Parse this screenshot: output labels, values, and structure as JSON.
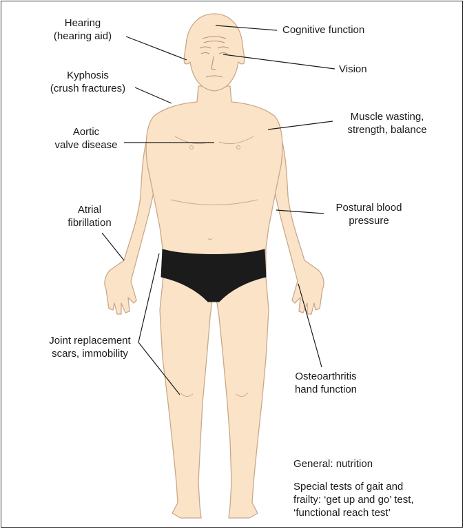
{
  "labels": {
    "hearing": [
      "Hearing",
      "(hearing aid)"
    ],
    "cognitive": [
      "Cognitive function"
    ],
    "kyphosis": [
      "Kyphosis",
      "(crush fractures)"
    ],
    "vision": [
      "Vision"
    ],
    "aortic": [
      "Aortic",
      "valve disease"
    ],
    "muscle": [
      "Muscle wasting,",
      "strength, balance"
    ],
    "atrial": [
      "Atrial",
      "fibrillation"
    ],
    "postural": [
      "Postural blood",
      "pressure"
    ],
    "joint": [
      "Joint replacement",
      "scars, immobility"
    ],
    "osteo": [
      "Osteoarthritis",
      "hand function"
    ],
    "general": [
      "General: nutrition"
    ],
    "special": [
      "Special tests of gait and",
      "frailty: ‘get up and go’ test,",
      "‘functional reach test’"
    ]
  },
  "colors": {
    "skin": "#fbe3c8",
    "skin_outline": "#c9a88a",
    "briefs": "#1b1b1b",
    "leader_line": "#1a1a1a",
    "frame": "#2a2a2a"
  },
  "icons": {
    "figure": "elderly-man-body-figure-icon"
  }
}
